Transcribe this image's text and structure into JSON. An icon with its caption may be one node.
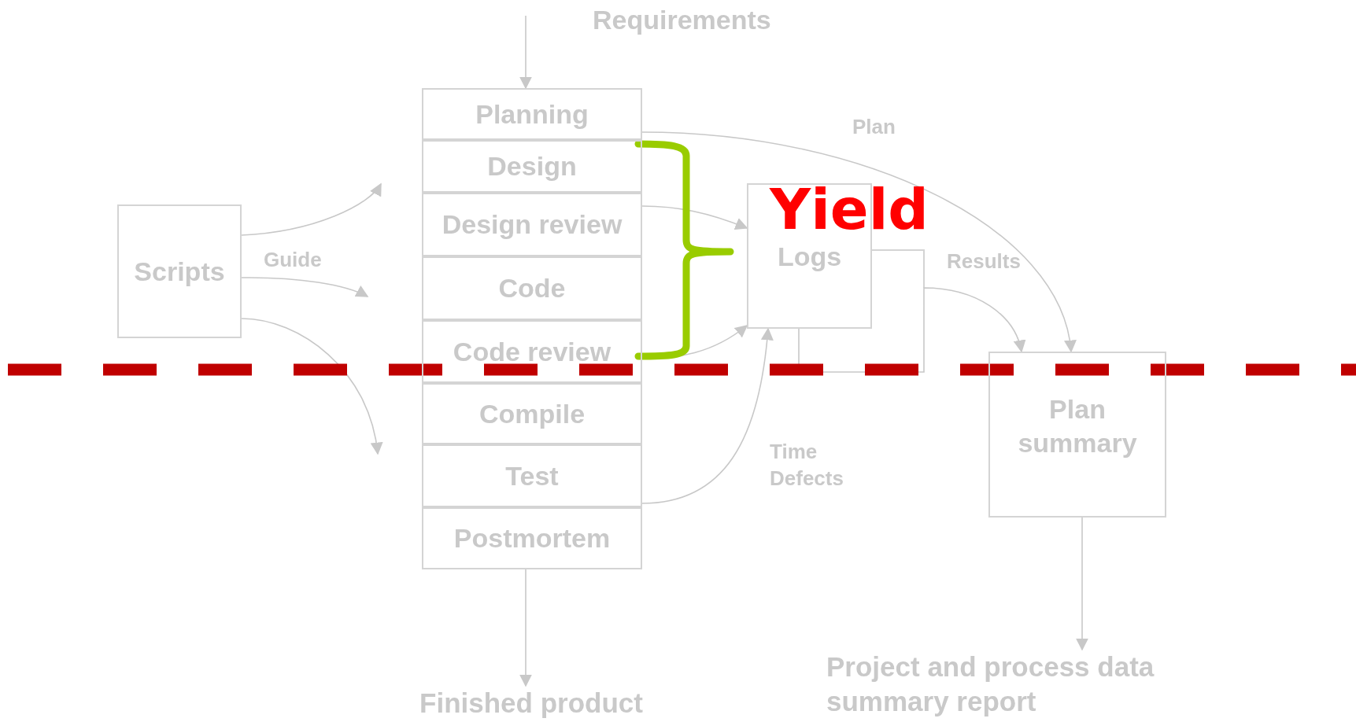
{
  "diagram": {
    "nodes": [
      {
        "text": [
          "Planning"
        ]
      },
      {
        "text": [
          "Design"
        ]
      },
      {
        "text": [
          "Design review"
        ]
      },
      {
        "text": [
          "Code"
        ]
      },
      {
        "text": [
          "Code review"
        ]
      },
      {
        "text": [
          "Compile"
        ]
      },
      {
        "text": [
          "Test"
        ]
      },
      {
        "text": [
          "Postmortem"
        ]
      },
      {
        "text": [
          "Scripts"
        ]
      },
      {
        "text": [
          "Logs"
        ]
      },
      {
        "text": [
          "Plan summary"
        ]
      },
      {
        "text": [
          "Finished product"
        ]
      },
      {
        "text": [
          "Project and process data summary report"
        ]
      }
    ],
    "edges": [
      {
        "from": null,
        "to": 0,
        "arrow": "to"
      },
      {
        "from": 8,
        "to": null,
        "arrow": "to"
      },
      {
        "from": 8,
        "to": null,
        "arrow": "to",
        "label": "Guide"
      },
      {
        "from": 8,
        "to": null,
        "arrow": "to"
      },
      {
        "from": 2,
        "to": 9,
        "arrow": "to"
      },
      {
        "from": 4,
        "to": 9,
        "arrow": "to"
      },
      {
        "from": 6,
        "to": 9,
        "arrow": "to",
        "label": "Time Defects"
      },
      {
        "from": 0,
        "to": 10,
        "arrow": "to",
        "label": "Plan"
      },
      {
        "from": 9,
        "to": 10,
        "arrow": "to",
        "label": "Results"
      },
      {
        "from": 10,
        "to": 12,
        "arrow": "to"
      },
      {
        "from": 7,
        "to": 11,
        "arrow": "to"
      }
    ],
    "labels": [
      "Requirements",
      "Yield"
    ]
  }
}
